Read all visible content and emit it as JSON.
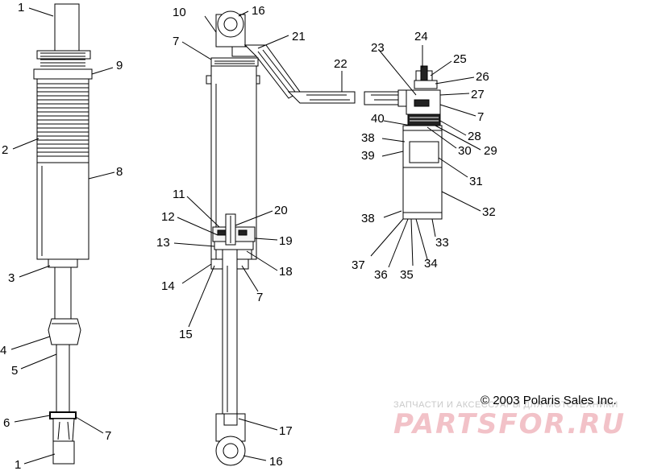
{
  "callouts": {
    "c1a": "1",
    "c1b": "1",
    "c2": "2",
    "c3": "3",
    "c4": "4",
    "c5": "5",
    "c6": "6",
    "c7a": "7",
    "c7b": "7",
    "c7c": "7",
    "c7d": "7",
    "c8": "8",
    "c9": "9",
    "c10": "10",
    "c11": "11",
    "c12": "12",
    "c13": "13",
    "c14": "14",
    "c15": "15",
    "c16a": "16",
    "c16b": "16",
    "c17": "17",
    "c18": "18",
    "c19": "19",
    "c20": "20",
    "c21": "21",
    "c22": "22",
    "c23": "23",
    "c24": "24",
    "c25": "25",
    "c26": "26",
    "c27": "27",
    "c28": "28",
    "c29": "29",
    "c30": "30",
    "c31": "31",
    "c32": "32",
    "c33": "33",
    "c34": "34",
    "c35": "35",
    "c36": "36",
    "c37": "37",
    "c38a": "38",
    "c38b": "38",
    "c39": "39",
    "c40": "40"
  },
  "copyright": "© 2003 Polaris Sales Inc.",
  "watermark": {
    "tagline": "ЗАПЧАСТИ И АКСЕССУАРЫ ДЛЯ МОТОТЕХНИКИ",
    "brand": "PARTSFOR.RU",
    "color": "#e8a0ab"
  }
}
